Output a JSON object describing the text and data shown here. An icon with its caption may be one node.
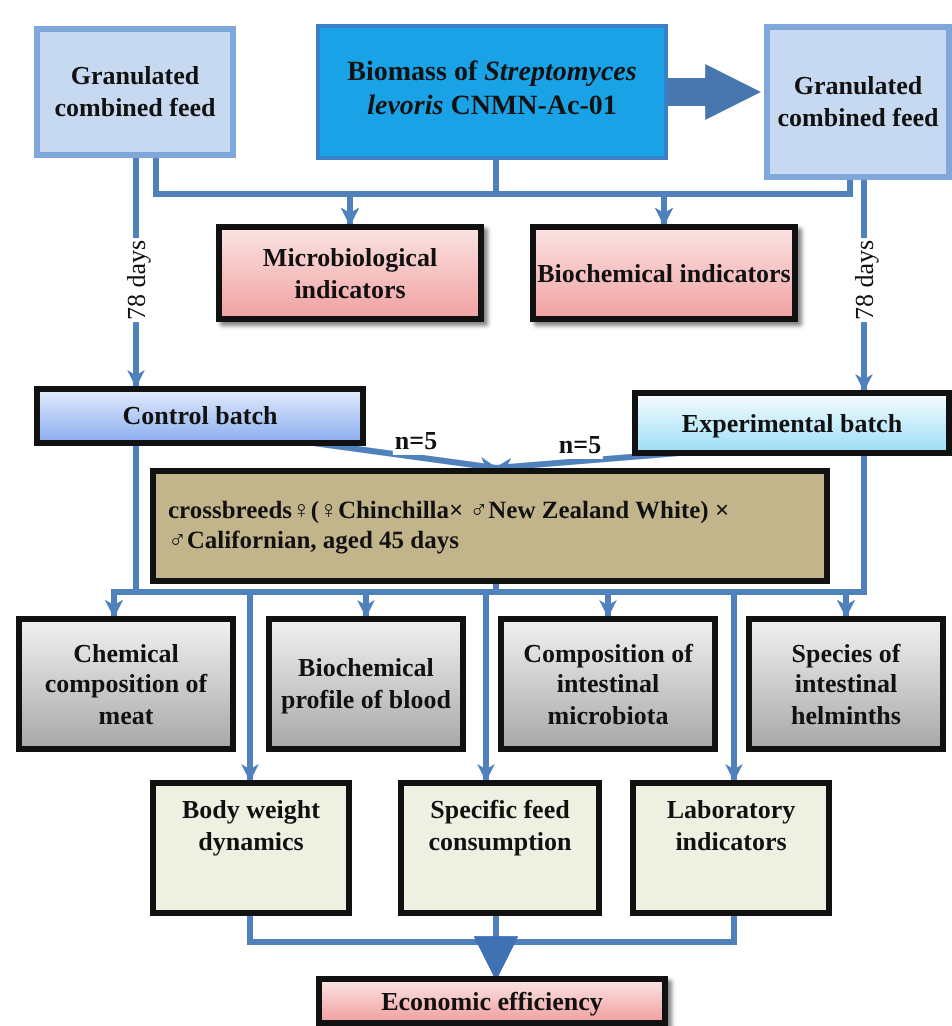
{
  "diagram": {
    "nodes": [
      {
        "text": [
          "Granulated combined feed"
        ]
      },
      {
        "text": [
          "Biomass of *Streptomyces levoris* CNMN-Ac-01"
        ]
      },
      {
        "text": [
          "Granulated combined feed"
        ]
      },
      {
        "text": [
          "Microbiological indicators"
        ]
      },
      {
        "text": [
          "Biochemical indicators"
        ]
      },
      {
        "text": [
          "Control batch"
        ]
      },
      {
        "text": [
          "Experimental batch"
        ]
      },
      {
        "text": [
          "crossbreeds♀(♀Chinchilla× ♂New Zealand White) × ♂Californian, aged 45 days"
        ]
      },
      {
        "text": [
          "Chemical composition of meat"
        ]
      },
      {
        "text": [
          "Biochemical profile of blood"
        ]
      },
      {
        "text": [
          "Composition of intestinal microbiota"
        ]
      },
      {
        "text": [
          "Species of intestinal helminths"
        ]
      },
      {
        "text": [
          "Body weight dynamics"
        ]
      },
      {
        "text": [
          "Specific feed consumption"
        ]
      },
      {
        "text": [
          "Laboratory indicators"
        ]
      },
      {
        "text": [
          "Economic efficiency"
        ]
      }
    ],
    "edges": [
      {
        "from": 1,
        "to": 2,
        "arrow": "to",
        "style": "thick"
      },
      {
        "from": 0,
        "to": 3,
        "arrow": "to"
      },
      {
        "from": 0,
        "to": 4,
        "arrow": "to"
      },
      {
        "from": 1,
        "to": 3,
        "arrow": "to"
      },
      {
        "from": 1,
        "to": 4,
        "arrow": "to"
      },
      {
        "from": 2,
        "to": 3,
        "arrow": "to"
      },
      {
        "from": 2,
        "to": 4,
        "arrow": "to"
      },
      {
        "from": 0,
        "to": 5,
        "arrow": "to",
        "label": "78 days"
      },
      {
        "from": 2,
        "to": 6,
        "arrow": "to",
        "label": "78 days"
      },
      {
        "from": 5,
        "to": 7,
        "arrow": "to",
        "label": "n=5"
      },
      {
        "from": 6,
        "to": 7,
        "arrow": "to",
        "label": "n=5"
      },
      {
        "from": 7,
        "to": 8,
        "arrow": "to"
      },
      {
        "from": 7,
        "to": 9,
        "arrow": "to"
      },
      {
        "from": 7,
        "to": 10,
        "arrow": "to"
      },
      {
        "from": 7,
        "to": 11,
        "arrow": "to"
      },
      {
        "from": 7,
        "to": 12,
        "arrow": "to"
      },
      {
        "from": 7,
        "to": 13,
        "arrow": "to"
      },
      {
        "from": 7,
        "to": 14,
        "arrow": "to"
      },
      {
        "from": 5,
        "to": 8,
        "arrow": "to"
      },
      {
        "from": 6,
        "to": 11,
        "arrow": "to"
      },
      {
        "from": 12,
        "to": 15,
        "arrow": "to"
      },
      {
        "from": 13,
        "to": 15,
        "arrow": "to"
      },
      {
        "from": 14,
        "to": 15,
        "arrow": "to"
      }
    ]
  }
}
